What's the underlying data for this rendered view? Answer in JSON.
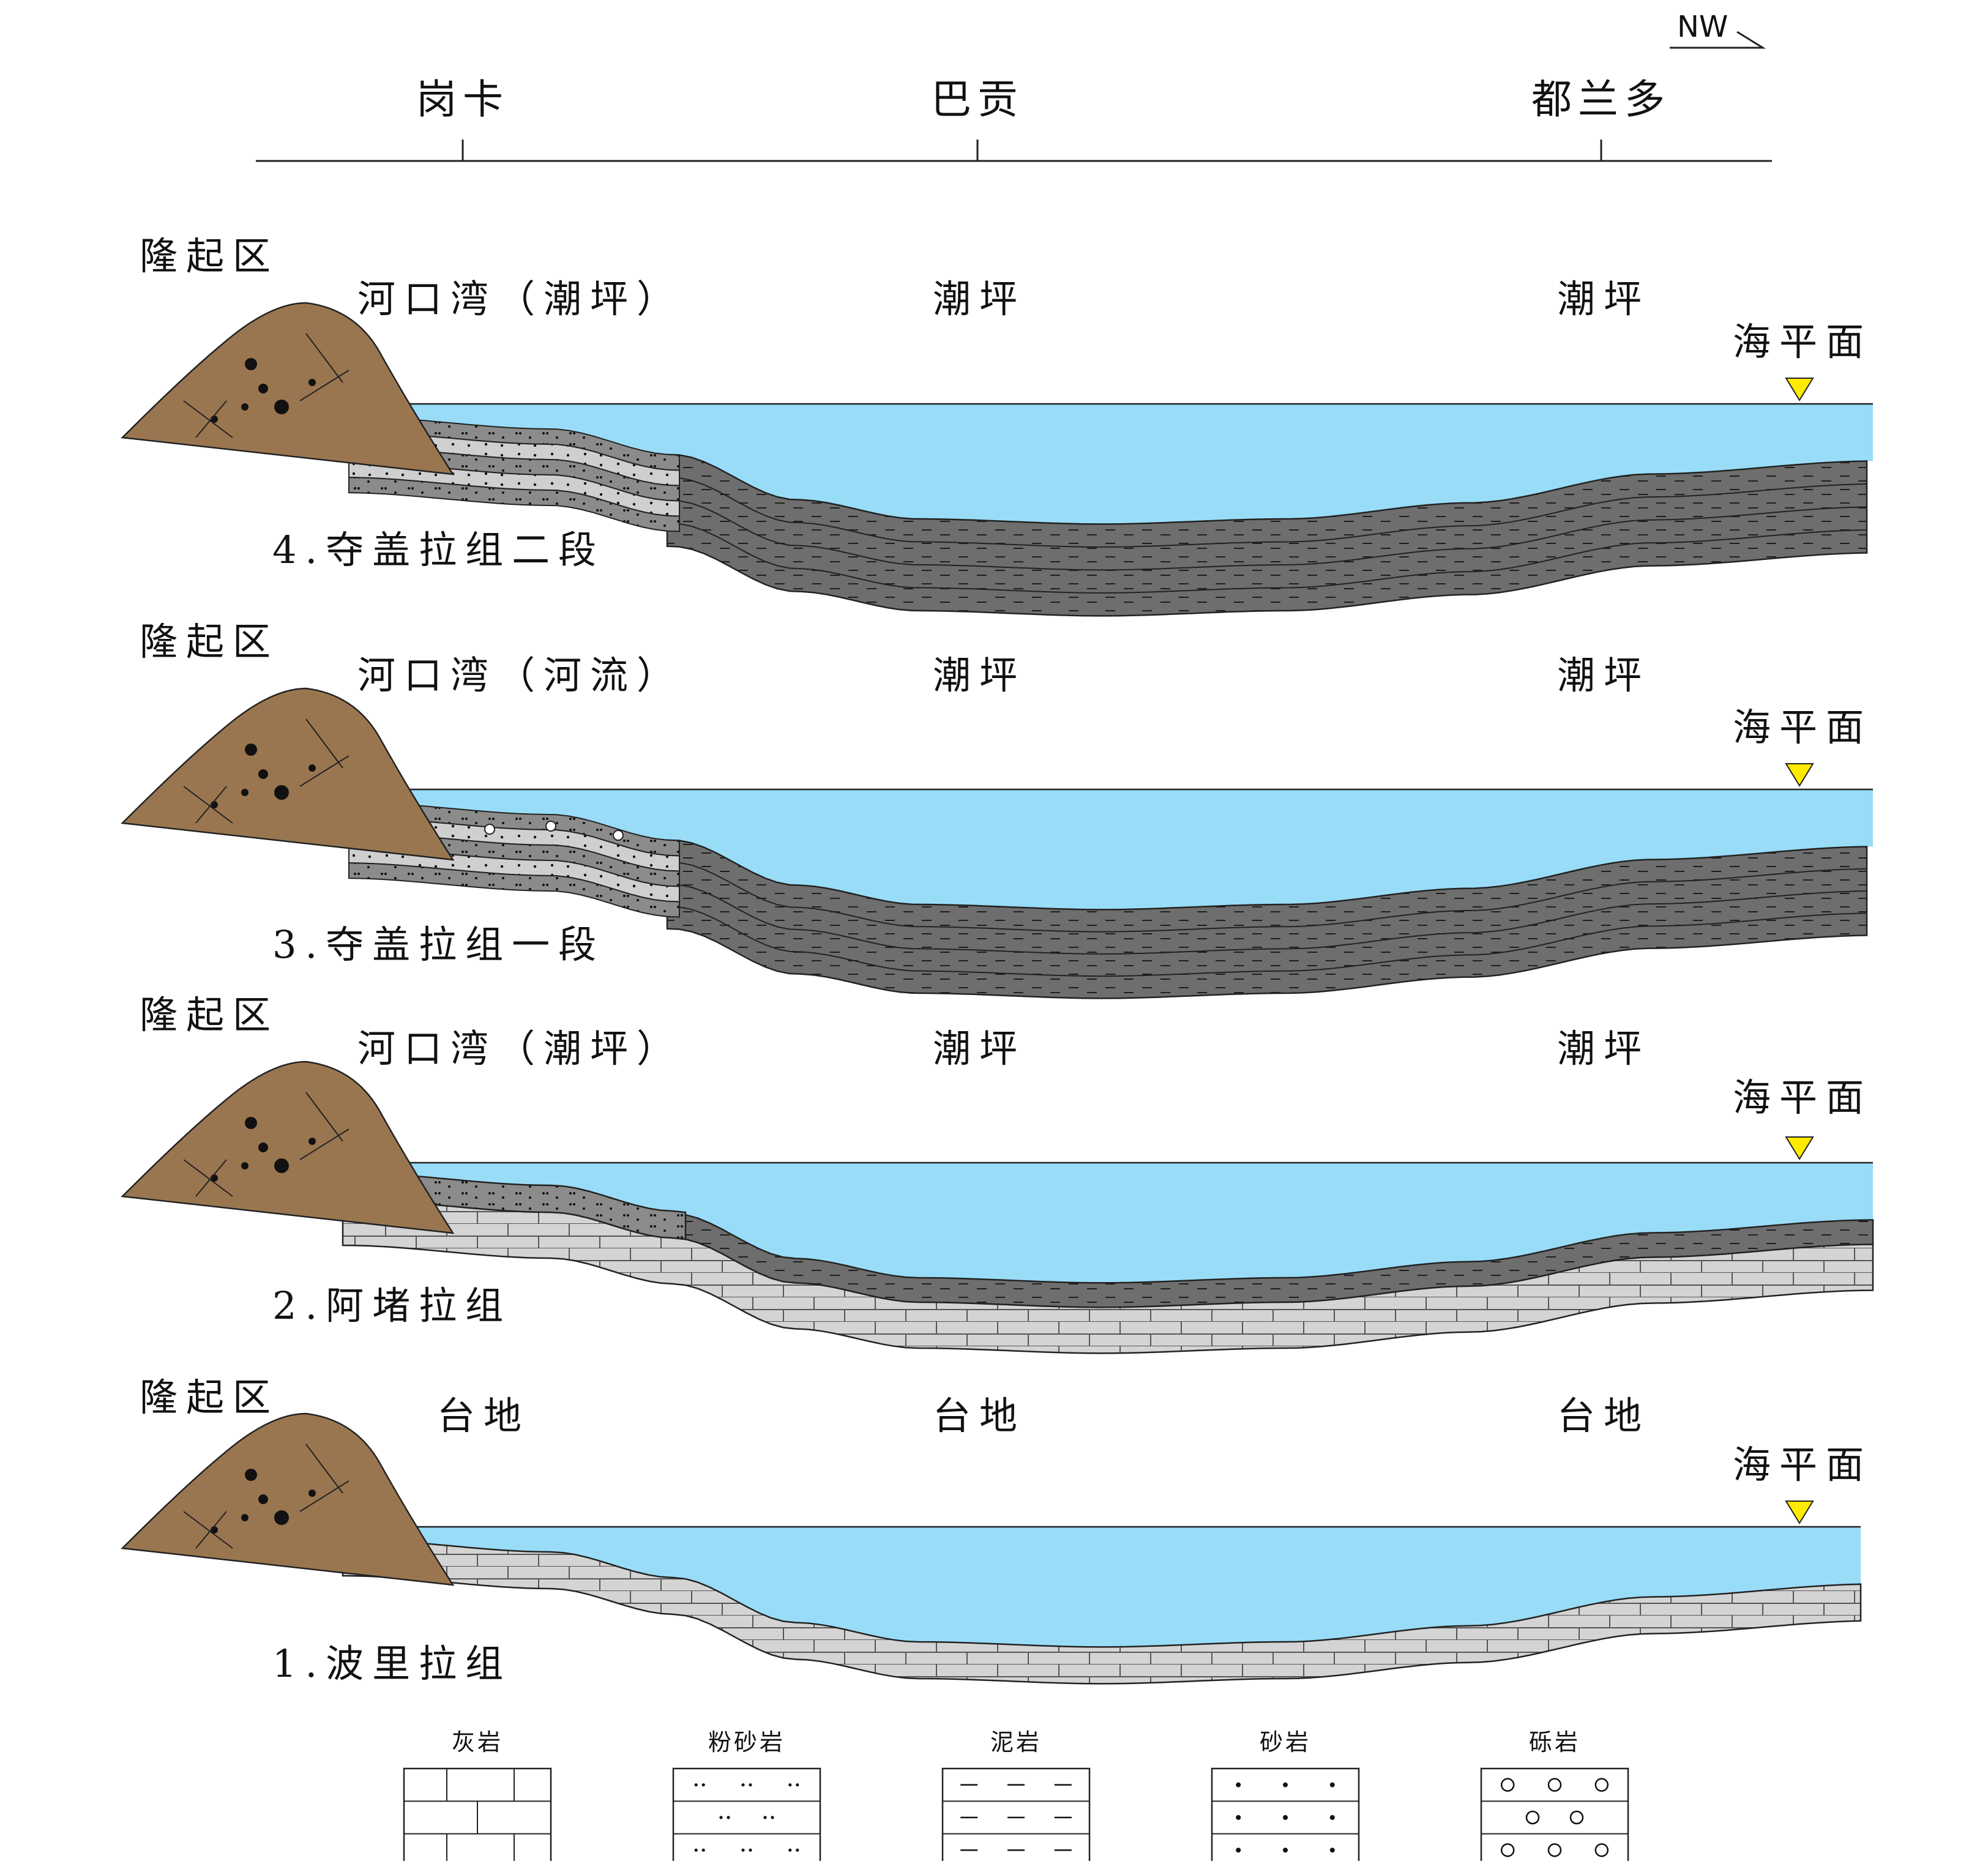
{
  "compass": {
    "label": "NW"
  },
  "locations": [
    "岗卡",
    "巴贡",
    "都兰多"
  ],
  "panels": [
    {
      "title": "4.夺盖拉组二段",
      "uplift": "隆起区",
      "zones": [
        "河口湾（潮坪）",
        "潮坪",
        "潮坪"
      ],
      "sea_level": "海平面"
    },
    {
      "title": "3.夺盖拉组一段",
      "uplift": "隆起区",
      "zones": [
        "河口湾（河流）",
        "潮坪",
        "潮坪"
      ],
      "sea_level": "海平面"
    },
    {
      "title": "2.阿堵拉组",
      "uplift": "隆起区",
      "zones": [
        "河口湾（潮坪）",
        "潮坪",
        "潮坪"
      ],
      "sea_level": "海平面"
    },
    {
      "title": "1.波里拉组",
      "uplift": "隆起区",
      "zones": [
        "台地",
        "台地",
        "台地"
      ],
      "sea_level": "海平面"
    }
  ],
  "legend": [
    {
      "label": "灰岩",
      "pattern": "limestone"
    },
    {
      "label": "粉砂岩",
      "pattern": "siltstone"
    },
    {
      "label": "泥岩",
      "pattern": "mudstone"
    },
    {
      "label": "砂岩",
      "pattern": "sandstone"
    },
    {
      "label": "砾岩",
      "pattern": "conglomerate"
    }
  ],
  "colors": {
    "sea": "#99dcf7",
    "uplift": "#9a7650",
    "mud": "#6d6d6d",
    "silt": "#8a8a8a",
    "sand": "#c8c8c8",
    "lime": "#d2d2d2",
    "marker": "#ffea00"
  }
}
